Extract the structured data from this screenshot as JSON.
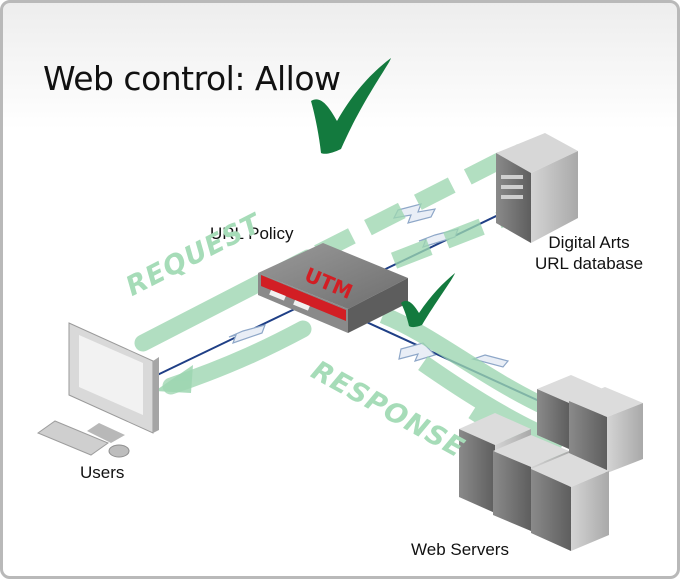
{
  "title": "Web control: Allow",
  "labels": {
    "url_policy": "URL Policy",
    "database_line1": "Digital Arts",
    "database_line2": "URL database",
    "users": "Users",
    "web_servers": "Web Servers",
    "device": "UTM"
  },
  "flows": {
    "request": "REQUEST",
    "response": "RESPONSE"
  },
  "icons": [
    "check-icon",
    "server-icon",
    "monitor-icon",
    "keyboard-icon",
    "mouse-icon",
    "router-icon"
  ],
  "colors": {
    "check": "#137a3e",
    "flow": "#a6dcb8",
    "utm_red": "#d21e24",
    "link": "#1f3f86"
  }
}
